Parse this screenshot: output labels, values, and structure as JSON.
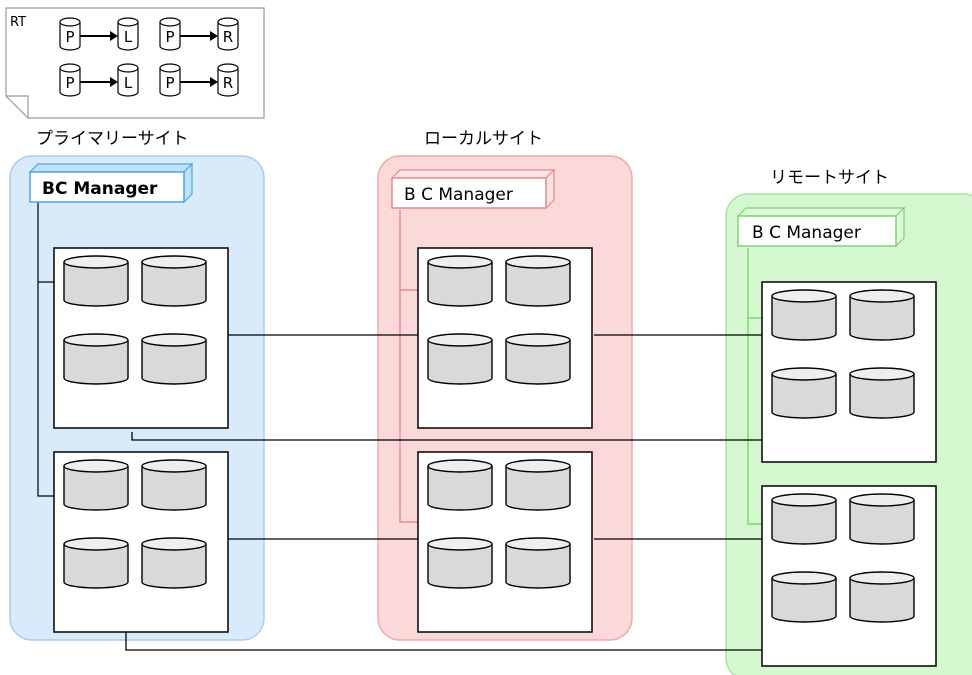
{
  "legend": {
    "corner_label": "RT",
    "rows": [
      [
        "P",
        "L",
        "P",
        "R"
      ],
      [
        "P",
        "L",
        "P",
        "R"
      ]
    ]
  },
  "sites": {
    "primary": {
      "label": "プライマリーサイト",
      "bc_manager": "BC Manager",
      "color": "#d9eafb",
      "border": "#a9cdf2",
      "accent": "#4ea6e6"
    },
    "local": {
      "label": "ローカルサイト",
      "bc_manager": "B C Manager",
      "color": "#fbd9d9",
      "border": "#f2a9a9",
      "accent": "#e68a8a"
    },
    "remote": {
      "label": "リモートサイト",
      "bc_manager": "B C Manager",
      "color": "#d4f7d0",
      "border": "#a6e89e",
      "accent": "#7ed377"
    }
  }
}
